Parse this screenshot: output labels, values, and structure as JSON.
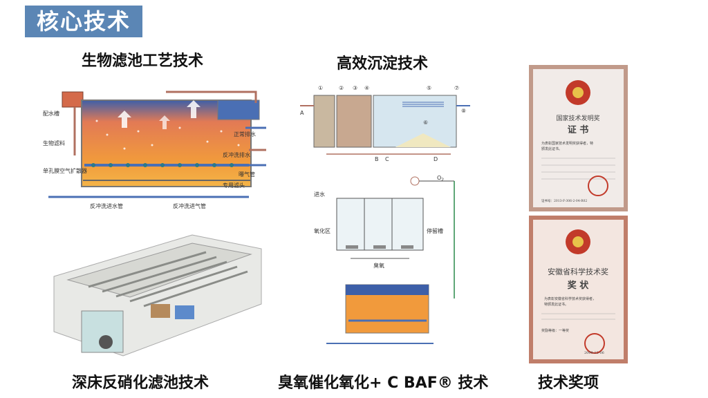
{
  "header": {
    "title": "核心技术"
  },
  "captions": {
    "bio_filter": "生物滤池工艺技术",
    "high_eff": "高效沉淀技术",
    "deep_bed": "深床反硝化滤池技术",
    "ozone": "臭氧催化氧化+ C BAF® 技术",
    "awards": "技术奖项"
  },
  "bio_diagram": {
    "labels": {
      "tank": "配水槽",
      "media": "生物滤料",
      "diffuser": "单孔膜空气扩散器",
      "normal_out": "正常排水",
      "backwash_out": "反冲洗排水",
      "aeration": "曝气管",
      "nozzle": "专用滤头",
      "backwash_in": "反冲洗进水管",
      "backwash_air": "反冲洗进气管"
    }
  },
  "sed_diagram": {
    "markers": [
      "①",
      "②",
      "③",
      "④",
      "⑤",
      "⑥",
      "⑦",
      "⑧"
    ],
    "letters": [
      "A",
      "B",
      "C",
      "D"
    ]
  },
  "ozone_diagram": {
    "labels": {
      "inflow": "进水",
      "oxidation": "氧化区",
      "retention": "停留槽",
      "ozone": "臭氧",
      "o2": "O",
      "o2_sub": "2"
    }
  },
  "cert1": {
    "org": "国家技术发明奖",
    "title": "证 书",
    "line1": "为表彰国家技术发明奖获得者，特",
    "line2": "颁发此证书。",
    "num": "证书号：2013-F-306-2-04-R02"
  },
  "cert2": {
    "org": "安徽省科学技术奖",
    "title": "奖 状",
    "line1": "为表彰安徽省科学技术奖获得者，",
    "line2": "特颁发此证书。",
    "grade": "奖励等级：一等奖",
    "date": "2009-12-06"
  }
}
